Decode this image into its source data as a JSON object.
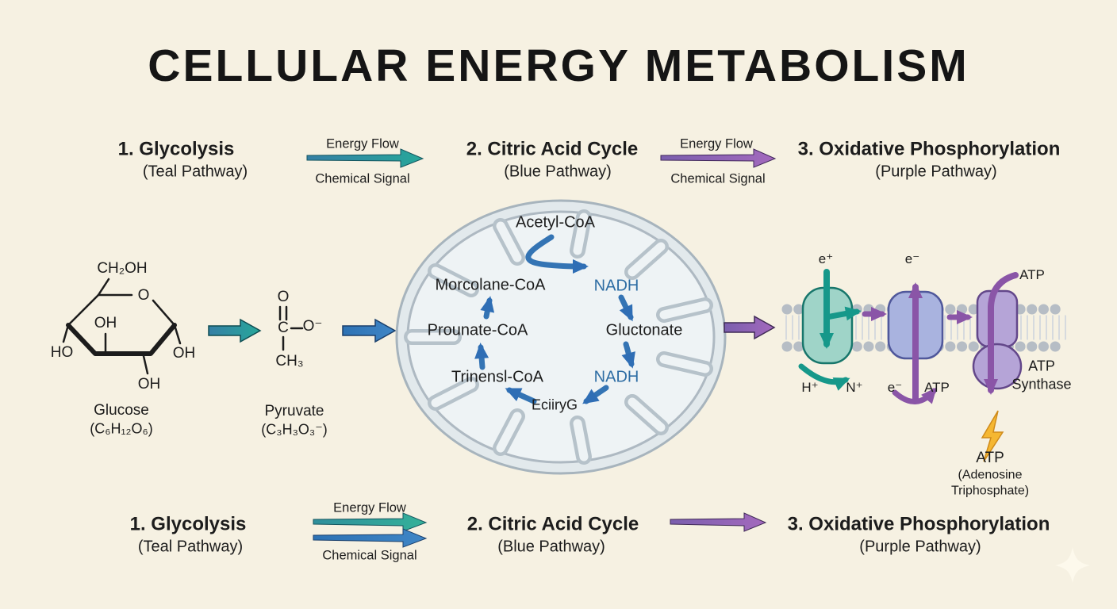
{
  "title": "CELLULAR ENERGY METABOLISM",
  "legend": {
    "energy_flow": "Energy Flow",
    "chemical_signal": "Chemical Signal"
  },
  "steps": {
    "glycolysis": {
      "title": "1. Glycolysis",
      "subtitle": "(Teal Pathway)"
    },
    "citric": {
      "title": "2. Citric Acid Cycle",
      "subtitle": "(Blue Pathway)"
    },
    "oxphos": {
      "title": "3. Oxidative Phosphorylation",
      "subtitle": "(Purple Pathway)"
    }
  },
  "glucose": {
    "name": "Glucose",
    "formula": "(C₆H₁₂O₆)",
    "ch2oh": "CH₂OH",
    "ring_o": "O",
    "oh_inner": "OH",
    "ho_left": "HO",
    "oh_right": "OH",
    "oh_bottom": "OH"
  },
  "pyruvate": {
    "name": "Pyruvate",
    "formula": "(C₃H₃O₃⁻)",
    "o_top": "O",
    "carbon": "C",
    "o_minus": "O⁻",
    "ch3": "CH₃"
  },
  "citric_cycle": {
    "acetyl_coa": "Acetyl-CoA",
    "morcolane_coa": "Morcolane-CoA",
    "nadh_upper": "NADH",
    "prounate_coa": "Prounate-CoA",
    "gluctonate": "Gluctonate",
    "trinensl_coa": "Trinensl-CoA",
    "nadh_lower": "NADH",
    "eciiryg": "EciiryG"
  },
  "membrane": {
    "e_plus": "e⁺",
    "e_minus_top": "e⁻",
    "atp_top": "ATP",
    "h_plus": "H⁺",
    "n_plus": "N⁺",
    "e_minus_bottom": "e⁻",
    "atp_bottom": "ATP",
    "synthase_line1": "ATP",
    "synthase_line2": "Synthase",
    "atp_product": "ATP",
    "atp_product_sub1": "(Adenosine",
    "atp_product_sub2": "Triphosphate)"
  },
  "colors": {
    "background": "#f6f1e2",
    "ink": "#1c1c1c",
    "teal_pathway": "#27a398",
    "blue_pathway": "#2f6eb5",
    "purple_pathway": "#9a63b3",
    "nadh_text": "#2e6da4",
    "mitochondrion_fill": "#eef3f5",
    "membrane_gray": "#b6bdc5",
    "bolt_yellow": "#f5b732"
  }
}
